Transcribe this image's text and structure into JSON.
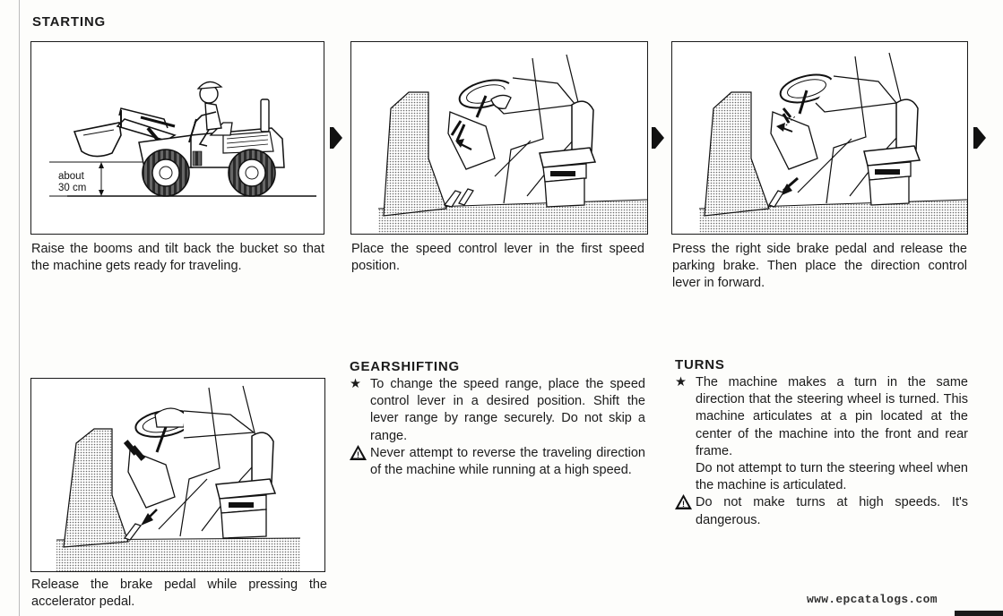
{
  "sections": {
    "starting": "STARTING",
    "gearshifting": "GEARSHIFTING",
    "turns": "TURNS"
  },
  "figures": {
    "fig1": {
      "height_label_line1": "about",
      "height_label_line2": "30 cm",
      "caption": "Raise the booms and tilt back the bucket so that the machine gets ready for traveling."
    },
    "fig2": {
      "caption": "Place the speed control lever in the first speed position."
    },
    "fig3": {
      "caption": "Press the right side brake pedal and release the parking brake.  Then place the direction control lever in forward."
    },
    "fig4": {
      "caption": "Release the brake pedal while pressing the accelerator pedal."
    }
  },
  "gearshifting": {
    "note_mark": "★",
    "note": "To change the speed range, place the speed control lever in a desired position. Shift the lever range by range securely. Do not skip a range.",
    "warning": "Never attempt to reverse the traveling direction of the machine while running at a high speed."
  },
  "turns": {
    "note_mark": "★",
    "note_p1": "The machine makes a turn in the same direction that the steering wheel is turned. This machine articulates at a pin located at the center of the machine into the front and rear frame.",
    "note_p2": "Do not attempt to turn the steering wheel when the machine is articulated.",
    "warning": "Do not make turns at high speeds. It's dangerous."
  },
  "watermark": "www.epcatalogs.com"
}
